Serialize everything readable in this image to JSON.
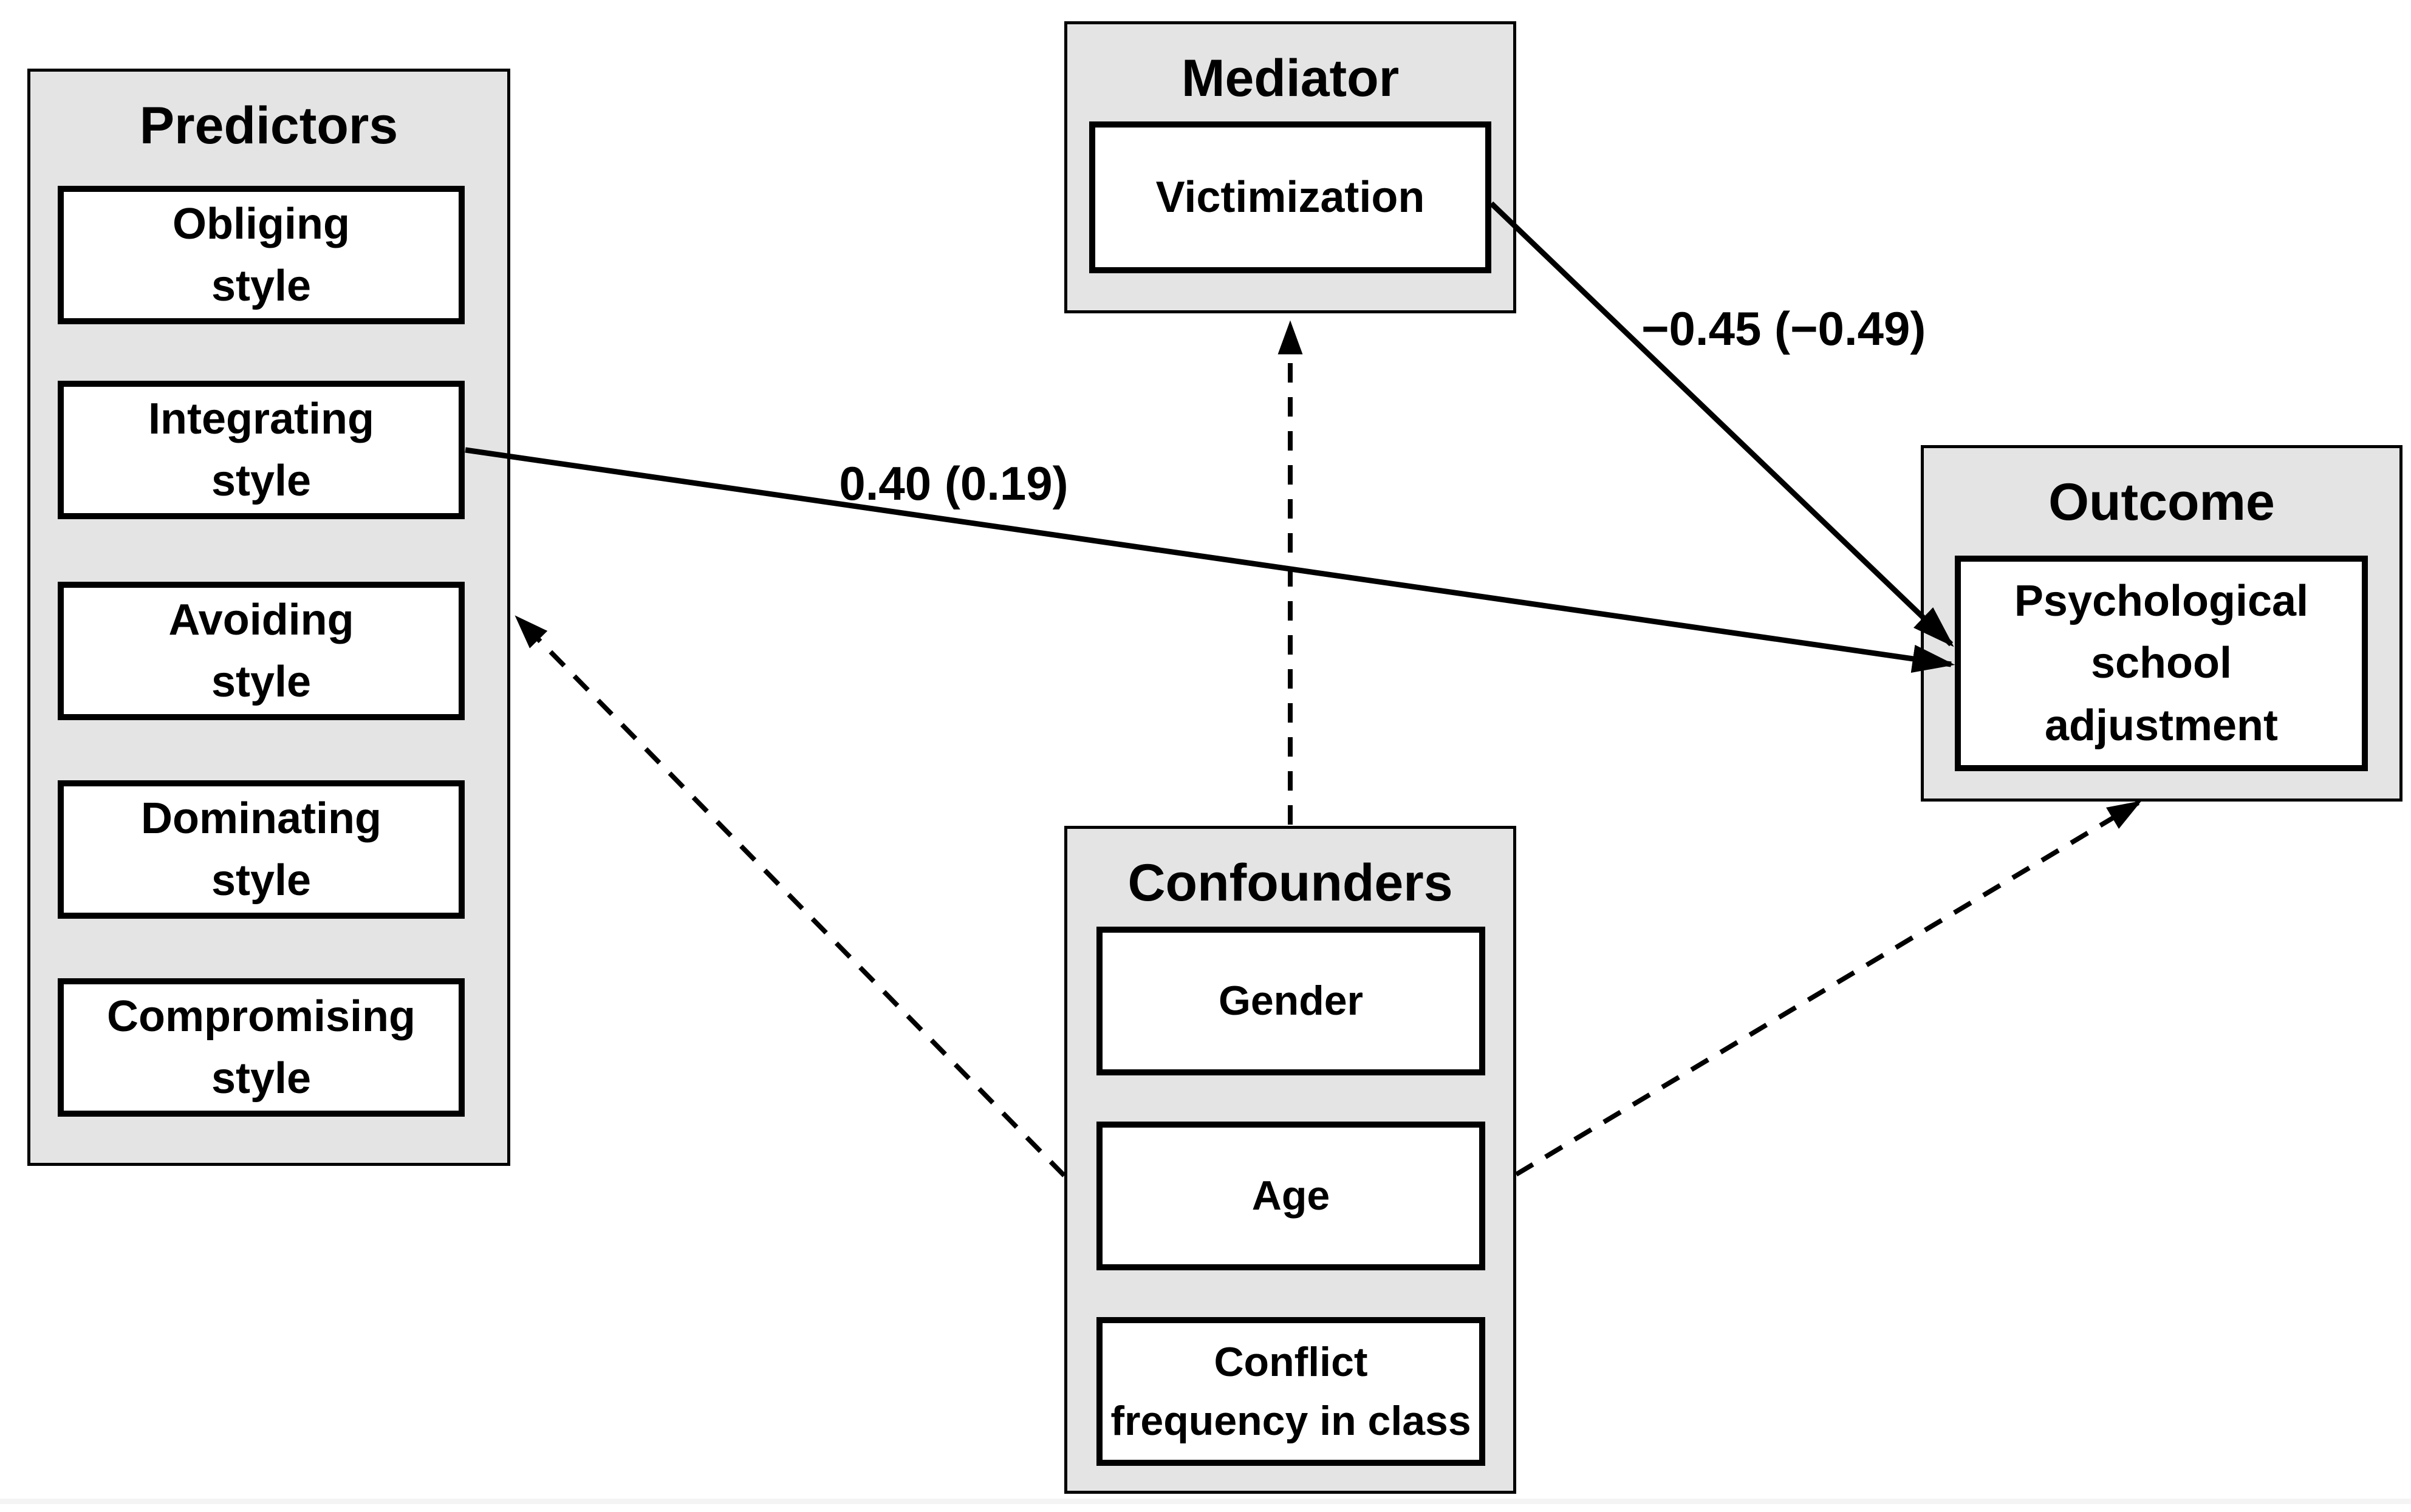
{
  "figure": {
    "type": "path-diagram",
    "colors": {
      "group_fill": "#e4e4e4",
      "box_fill": "#ffffff",
      "line": "#000000",
      "background": "#ffffff"
    },
    "predictors": {
      "title": "Predictors",
      "items": [
        "Obliging\nstyle",
        "Integrating\nstyle",
        "Avoiding\nstyle",
        "Dominating\nstyle",
        "Compromising\nstyle"
      ]
    },
    "mediator": {
      "title": "Mediator",
      "item": "Victimization"
    },
    "outcome": {
      "title": "Outcome",
      "item": "Psychological\nschool\nadjustment"
    },
    "confounders": {
      "title": "Confounders",
      "items": [
        "Gender",
        "Age",
        "Conflict\nfrequency in class"
      ]
    },
    "edges": {
      "integrating_to_outcome": {
        "style": "solid",
        "label": "0.40 (0.19)"
      },
      "victimization_to_outcome": {
        "style": "solid",
        "label": "−0.45 (−0.49)"
      },
      "confounders_to_mediator": {
        "style": "dashed",
        "label": ""
      },
      "confounders_to_predictors": {
        "style": "dashed",
        "label": ""
      },
      "confounders_to_outcome": {
        "style": "dashed",
        "label": ""
      }
    }
  }
}
